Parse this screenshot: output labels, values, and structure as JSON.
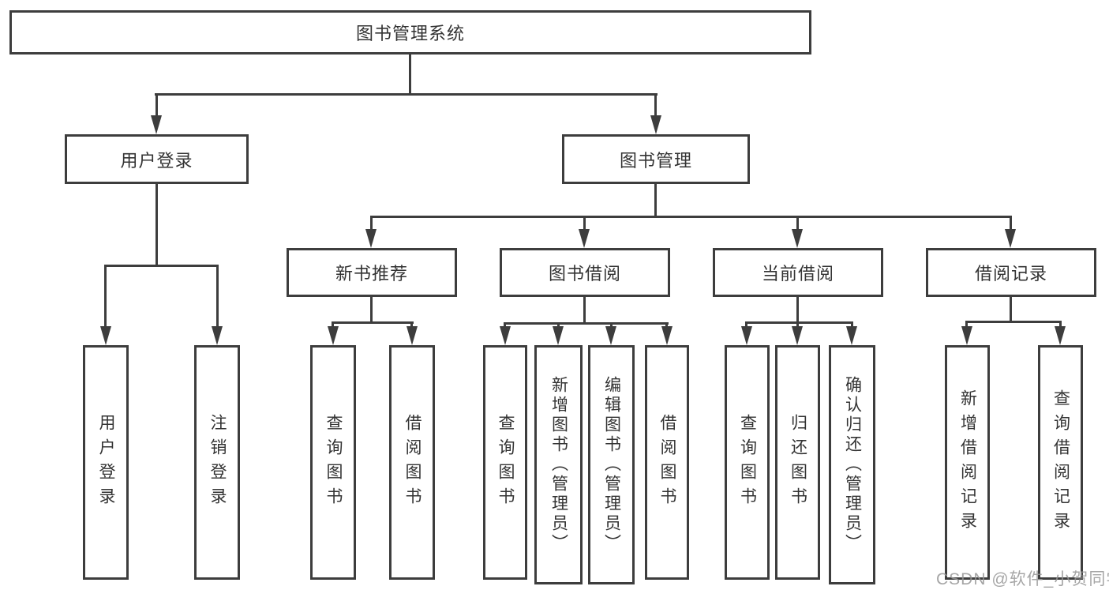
{
  "diagram": {
    "title": "图书管理系统",
    "branches": [
      {
        "label": "用户登录",
        "children": [
          "用户登录",
          "注销登录"
        ]
      },
      {
        "label": "图书管理",
        "groups": [
          {
            "label": "新书推荐",
            "children": [
              "查询图书",
              "借阅图书"
            ]
          },
          {
            "label": "图书借阅",
            "children": [
              "查询图书",
              "新增图书（管理员）",
              "编辑图书（管理员）",
              "借阅图书"
            ]
          },
          {
            "label": "当前借阅",
            "children": [
              "查询图书",
              "归还图书",
              "确认归还（管理员）"
            ]
          },
          {
            "label": "借阅记录",
            "children": [
              "新增借阅记录",
              "查询借阅记录"
            ]
          }
        ]
      }
    ]
  },
  "watermark": "CSDN @软件_小贺同学",
  "colors": {
    "line": "#3d3d3d",
    "text": "#333333",
    "watermark": "#969696",
    "background": "#ffffff"
  }
}
